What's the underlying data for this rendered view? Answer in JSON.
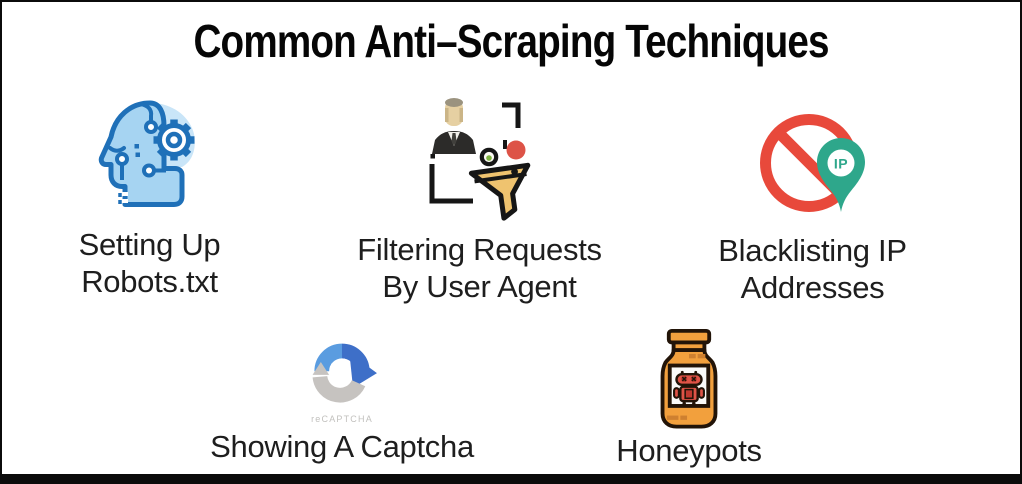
{
  "title": "Common Anti–Scraping Techniques",
  "items": [
    {
      "name": "setting-up-robots-txt",
      "line1": "Setting Up",
      "line2": "Robots.txt",
      "icon": "head-gear-icon"
    },
    {
      "name": "filtering-requests-by-user-agent",
      "line1": "Filtering Requests",
      "line2": "By User Agent",
      "icon": "user-funnel-icon"
    },
    {
      "name": "blacklisting-ip-addresses",
      "line1": "Blacklisting IP",
      "line2": "Addresses",
      "icon": "no-entry-ip-pin-icon",
      "pin_text": "IP"
    },
    {
      "name": "showing-a-captcha",
      "line1": "Showing A Captcha",
      "line2": "",
      "icon": "recaptcha-icon",
      "caption": "reCAPTCHA"
    },
    {
      "name": "honeypots",
      "line1": "Honeypots",
      "line2": "",
      "icon": "honey-jar-robot-icon"
    }
  ],
  "colors": {
    "head_fill": "#A6D4F2",
    "head_pale": "#C9E5F8",
    "head_stroke": "#1F70B8",
    "icon_outline": "#161616",
    "suit_dark": "#2C2B29",
    "skin": "#E6D0A2",
    "funnel_fill": "#EFC36F",
    "dot_red": "#DD5347",
    "dot_green": "#7FB341",
    "ban_red": "#E8493B",
    "pin_green": "#2EA78B",
    "captcha_blue_light": "#5A9CE0",
    "captcha_blue_dark": "#3E6FC8",
    "captcha_gray": "#C6C3C0",
    "jar_orange": "#F2A03D",
    "jar_mark": "#CE8030",
    "robot_red": "#DF5447",
    "text_dark": "#1E1E1E"
  }
}
